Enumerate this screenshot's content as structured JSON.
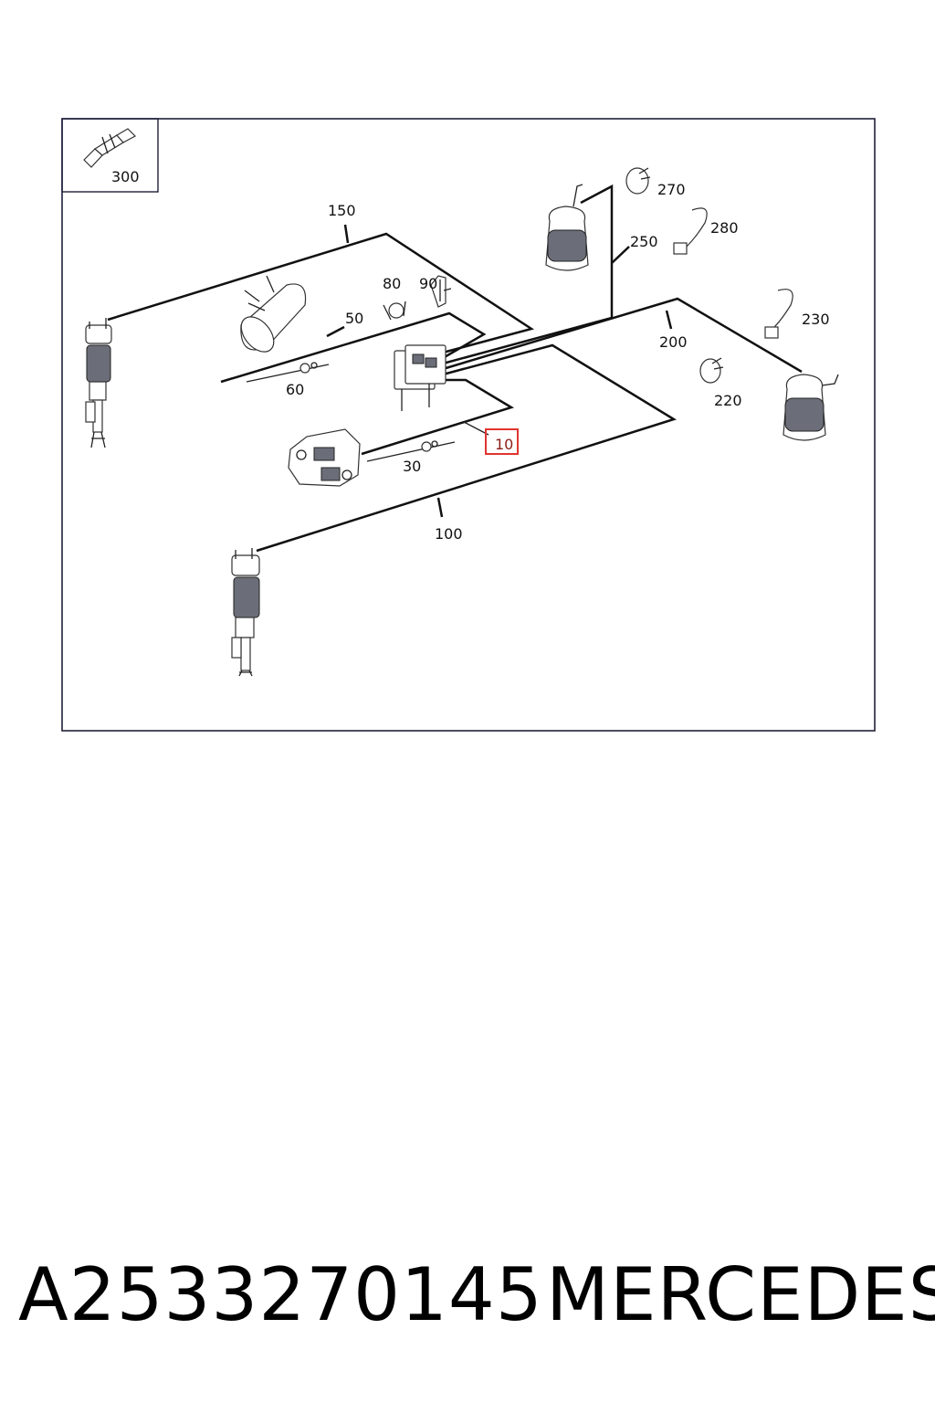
{
  "diagram": {
    "callouts": {
      "c300": "300",
      "c150": "150",
      "c50": "50",
      "c60": "60",
      "c80": "80",
      "c90": "90",
      "c250": "250",
      "c270": "270",
      "c280": "280",
      "c230": "230",
      "c200": "200",
      "c220": "220",
      "c10": "10",
      "c30": "30",
      "c100": "100"
    },
    "highlighted_callout": "10",
    "highlight_color": "#e0342f",
    "frame_color": "#1f1f3a"
  },
  "caption": {
    "part_number": "A2533270145",
    "brand": "MERCEDES"
  }
}
